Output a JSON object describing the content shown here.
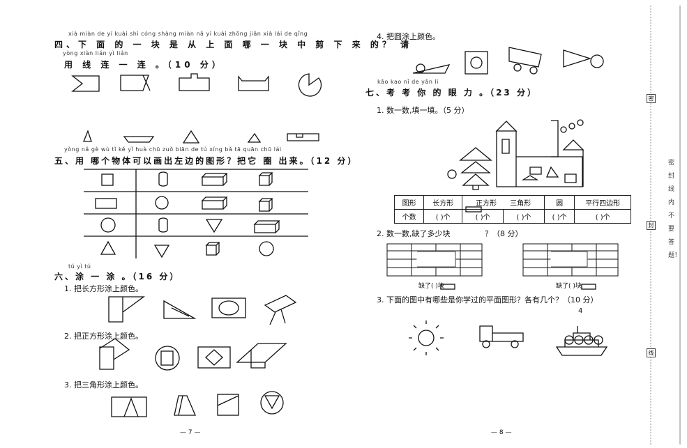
{
  "left_page": {
    "q4": {
      "pinyin1": "xià miàn de  yí  kuài shì cóng shàng miàn nǎ  yí  kuài zhōng jiǎn xià lái de        qǐng",
      "line1": "四、下 面 的 一 块 是 从  上  面 哪 一 块  中  剪 下 来 的？ 请",
      "pinyin2": "yòng xiàn lián  yì  lián",
      "line2": "用 线 连 一 连 。（10 分）"
    },
    "q5": {
      "pinyin": "yòng nǎ gè wù  tǐ  kě  yǐ huà chū zuǒ biān de  tú xíng      bǎ tā quān chū lái",
      "title": "五、用 哪个物体可以画出左边的图形？把它 圈 出来。（12 分）"
    },
    "q6": {
      "pinyin": "tú  yì  tú",
      "title": "六、涂 一 涂 。（16 分）",
      "sub1": "1. 把长方形涂上颜色。",
      "sub2": "2. 把正方形涂上颜色。",
      "sub3": "3. 把三角形涂上颜色。"
    },
    "page_number": "— 7 —"
  },
  "right_page": {
    "q6_4": "4. 把圆涂上颜色。",
    "q7": {
      "pinyin": "kǎo kao  nǐ  de yǎn  lì",
      "title": "七、考 考 你 的 眼 力 。（23 分）",
      "sub1": "1. 数一数,填一填。（5 分）",
      "table": {
        "header": [
          "图形",
          "长方形",
          "正方形",
          "三角形",
          "圆",
          "平行四边形"
        ],
        "row": [
          "个数",
          "(    )个",
          "(    )个",
          "(    )个",
          "(    )个",
          "(    )个"
        ]
      },
      "sub2": "2. 数一数,缺了多少块",
      "sub2_score": "？（8 分）",
      "missing_left": "缺了(      )块",
      "missing_right": "缺了(      )块",
      "sub3": "3. 下面的图中有哪些是你学过的平面图形？各有几个？（10 分）",
      "boat_number": "4"
    },
    "page_number": "— 8 —"
  },
  "margin": {
    "marks": [
      "密",
      "封",
      "线"
    ],
    "notice": "密封线内不要答题！"
  }
}
